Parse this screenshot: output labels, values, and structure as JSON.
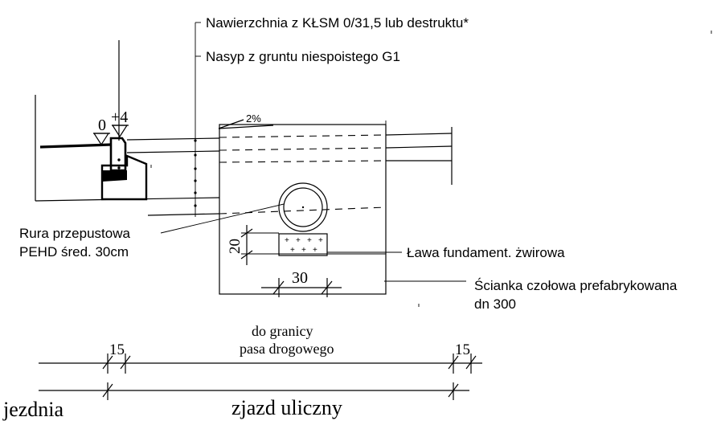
{
  "labels": {
    "surface": "Nawierzchnia z KŁSM 0/31,5 lub destruktu*",
    "embankment": "Nasyp z gruntu niespoistego G1",
    "slope": "2%",
    "level_zero": "0",
    "level_plus": "+4",
    "pipe_line1": "Rura przepustowa",
    "pipe_line2": "PEHD śred. 30cm",
    "foundation": "Ława fundament. żwirowa",
    "headwall_line1": "Ścianka czołowa prefabrykowana",
    "headwall_line2": "dn 300",
    "dim_20": "20",
    "dim_30": "30",
    "boundary_line1": "do granicy",
    "boundary_line2": "pasa drogowego",
    "dim_15_left": "15",
    "dim_15_right": "15",
    "roadway": "jezdnia",
    "driveway": "zjazd uliczny"
  }
}
